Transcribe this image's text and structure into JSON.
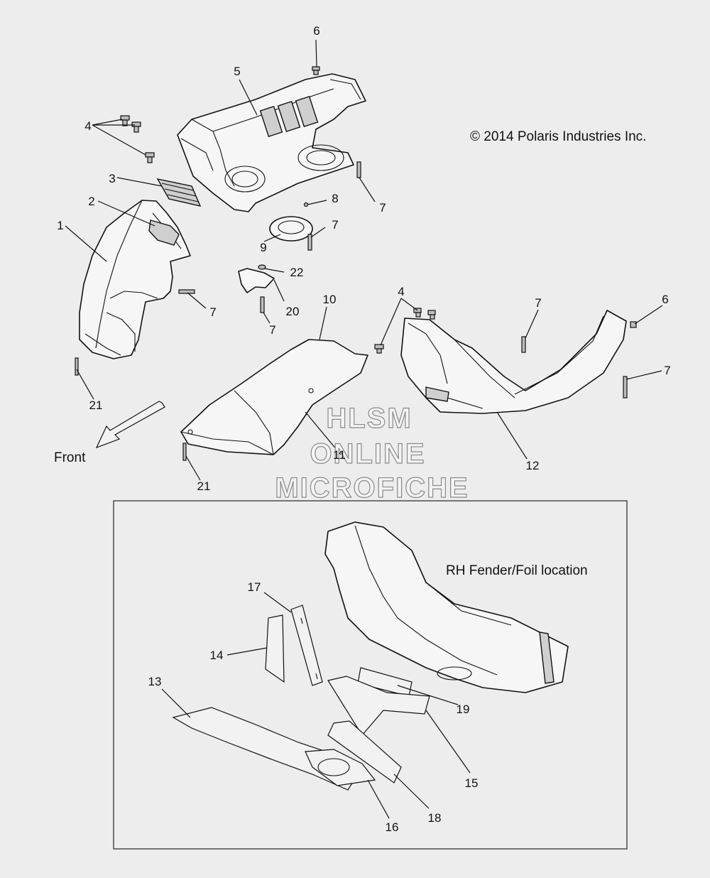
{
  "diagram": {
    "copyright": "© 2014 Polaris Industries Inc.",
    "front_label": "Front",
    "inset_label": "RH Fender/Foil location",
    "watermark": [
      "HLSM",
      "ONLINE",
      "MICROFICHE"
    ],
    "callouts": [
      {
        "id": "c1",
        "text": "1"
      },
      {
        "id": "c2",
        "text": "2"
      },
      {
        "id": "c3",
        "text": "3"
      },
      {
        "id": "c4a",
        "text": "4"
      },
      {
        "id": "c4b",
        "text": "4"
      },
      {
        "id": "c5",
        "text": "5"
      },
      {
        "id": "c6a",
        "text": "6"
      },
      {
        "id": "c6b",
        "text": "6"
      },
      {
        "id": "c7a",
        "text": "7"
      },
      {
        "id": "c7b",
        "text": "7"
      },
      {
        "id": "c7c",
        "text": "7"
      },
      {
        "id": "c7d",
        "text": "7"
      },
      {
        "id": "c7e",
        "text": "7"
      },
      {
        "id": "c7f",
        "text": "7"
      },
      {
        "id": "c8",
        "text": "8"
      },
      {
        "id": "c9",
        "text": "9"
      },
      {
        "id": "c10",
        "text": "10"
      },
      {
        "id": "c11",
        "text": "11"
      },
      {
        "id": "c12",
        "text": "12"
      },
      {
        "id": "c13",
        "text": "13"
      },
      {
        "id": "c14",
        "text": "14"
      },
      {
        "id": "c15",
        "text": "15"
      },
      {
        "id": "c16",
        "text": "16"
      },
      {
        "id": "c17",
        "text": "17"
      },
      {
        "id": "c18",
        "text": "18"
      },
      {
        "id": "c19",
        "text": "19"
      },
      {
        "id": "c20",
        "text": "20"
      },
      {
        "id": "c21a",
        "text": "21"
      },
      {
        "id": "c21b",
        "text": "21"
      },
      {
        "id": "c22",
        "text": "22"
      }
    ]
  }
}
